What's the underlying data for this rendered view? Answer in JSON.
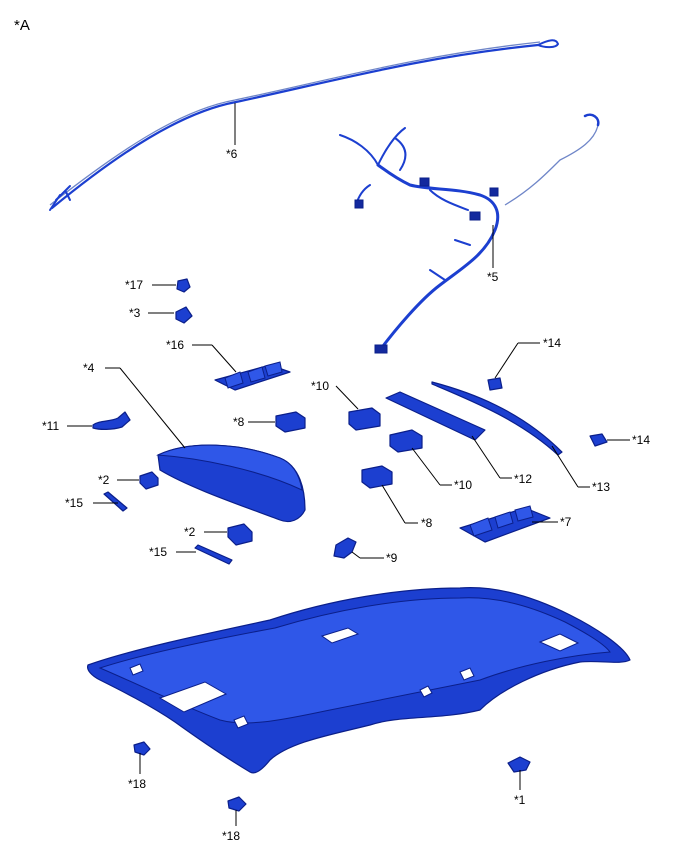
{
  "view_label": "*A",
  "callouts": {
    "c1": "*1",
    "c2a": "*2",
    "c2b": "*2",
    "c3": "*3",
    "c4": "*4",
    "c5": "*5",
    "c6": "*6",
    "c7": "*7",
    "c8a": "*8",
    "c8b": "*8",
    "c9": "*9",
    "c10a": "*10",
    "c10b": "*10",
    "c11": "*11",
    "c12": "*12",
    "c13": "*13",
    "c14a": "*14",
    "c14b": "*14",
    "c15a": "*15",
    "c15b": "*15",
    "c16": "*16",
    "c17": "*17",
    "c18a": "*18",
    "c18b": "*18"
  }
}
